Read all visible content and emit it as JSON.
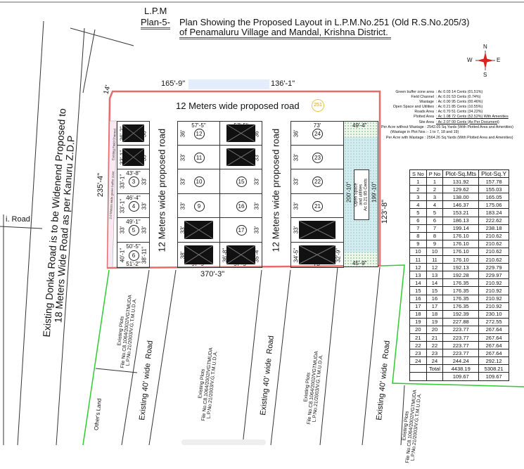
{
  "header": {
    "lpm": "L.P.M",
    "plan": "Plan-5-",
    "title_line1": "Plan Showing the Proposed Layout in L.P.M.No.251 (Old R.S.No.205/3)",
    "title_line2": "of Penamaluru Village and Mandal, Krishna District."
  },
  "compass": {
    "n": "N",
    "s": "S",
    "e": "E",
    "w": "W"
  },
  "dimensions": {
    "top_left": "165'-9\"",
    "top_right": "136'-1\"",
    "corner": "14'",
    "left_side": "235'-4\"",
    "right_side": "123'-8\"",
    "bottom": "370'-3\""
  },
  "roads": {
    "top": "12 Meters wide proposed road",
    "lpm_no": "251",
    "vertical_1": "12 Meters wide proposed road",
    "vertical_2": "12 Meters wide proposed road",
    "donka": "Existing Donka Road is to be Widenend Proposed to\n18 Meters Wide Road as per Kanuru Z.D.P",
    "partial_road": "i. Road",
    "field_channel": "Existing Field Channel",
    "buffer": "2.0 Meters wide green buffer zone"
  },
  "blocks": [
    {
      "name": "block-a",
      "columns": [
        [
          {
            "blocked": true,
            "l": "36'-2\"",
            "r": "36'"
          },
          {
            "blocked": true,
            "l": "33'-1\"",
            "r": "33'"
          },
          {
            "plot": "3",
            "t": "43'-8\"",
            "l": "33'-1\"",
            "r": "33'"
          },
          {
            "plot": "4",
            "t": "46'-4\"",
            "l": "33'-1\"",
            "r": "33'"
          },
          {
            "plot": "5",
            "t": "49'-1\"",
            "l": "33'",
            "r": "33'"
          },
          {
            "plot": "6",
            "t": "50'-5\"",
            "b": "51'-2\"",
            "l": "40'-1\"",
            "r": "38'-11\""
          }
        ]
      ]
    },
    {
      "name": "block-b",
      "columns": [
        [
          {
            "plot": "12",
            "t": "57'-5\"",
            "l": "36'"
          },
          {
            "plot": "11",
            "l": "33'"
          },
          {
            "plot": "10",
            "l": "33'"
          },
          {
            "plot": "9",
            "l": "33'"
          },
          {
            "blocked": true,
            "l": "33'"
          },
          {
            "blocked": true,
            "l": "38'",
            "b": "57'-5\""
          }
        ],
        [
          {
            "blocked": true,
            "t": "57'-5\"",
            "r": "36'"
          },
          {
            "blocked": true,
            "r": "33'"
          },
          {
            "plot": "15",
            "r": "33'"
          },
          {
            "plot": "16",
            "r": "33'"
          },
          {
            "plot": "17",
            "r": "33'"
          },
          {
            "blocked": true,
            "l": "36'-8\"",
            "r": "35'-4\"",
            "b": "57'-5\""
          }
        ]
      ]
    },
    {
      "name": "block-c",
      "columns": [
        [
          {
            "plot": "24",
            "t": "73'",
            "l": "36'"
          },
          {
            "plot": "23",
            "l": "33'"
          },
          {
            "plot": "22",
            "l": "33'"
          },
          {
            "plot": "21",
            "l": "33'"
          },
          {
            "blocked": true,
            "l": "33'"
          },
          {
            "blocked": true,
            "l": "34'-5\"",
            "r": "32'-9\"",
            "b": "73'"
          }
        ]
      ]
    }
  ],
  "open_space": {
    "top": "49'-4\"",
    "bottom": "45'-9\"",
    "left": "200'-10\"",
    "right": "199'-10\"",
    "label": "Open Space\nand utilities\nAc 0.21 85 Cents"
  },
  "legend": {
    "rows": [
      {
        "k": "Green buffer zone area",
        "v": ": Ac 0.03 14 Cents (01.51%)"
      },
      {
        "k": "Field Channel",
        "v": ": Ac 0.01 53 Cents (0.74%)"
      },
      {
        "k": "Wastage",
        "v": ": Ac 0.00 95 Cents (00.46%)"
      },
      {
        "k": "Open Space and Utilities",
        "v": ": Ac 0.21 85 Cents (10.55%)"
      },
      {
        "k": "Roads Area",
        "v": ": Ac 0.70 51 Cents (34.22%)"
      },
      {
        "k": "Plotted Area",
        "v": ": Ac 1.08 72 Cents (52.52%) With Amenities"
      },
      {
        "k": "Site Area",
        "v": ": Ac 2.07 00 Cents (As Per Document)"
      }
    ],
    "per_acre_without": "Per Acre without Wastage : 2542.05 Sq.Yards (With Plotted Area and Amenities)",
    "wastage_note": "(Wastage in Plot Nos :- 1 to 7, 18 and 19)",
    "per_acre_with": "Per Acre with Wastage : 2564.26 Sq.Yards (With Plotted Area and Amenities)"
  },
  "area_table": {
    "headers": [
      "S No",
      "P No",
      "Plot-Sq.Mts",
      "Plot-Sq.Y"
    ],
    "rows": [
      [
        "1",
        "1",
        "131.92",
        "157.78"
      ],
      [
        "2",
        "2",
        "129.62",
        "155.03"
      ],
      [
        "3",
        "3",
        "138.00",
        "165.05"
      ],
      [
        "4",
        "4",
        "146.37",
        "175.06"
      ],
      [
        "5",
        "5",
        "153.21",
        "183.24"
      ],
      [
        "6",
        "6",
        "186.13",
        "222.62"
      ],
      [
        "7",
        "7",
        "199.14",
        "238.18"
      ],
      [
        "8",
        "8",
        "176.10",
        "210.62"
      ],
      [
        "9",
        "9",
        "176.10",
        "210.62"
      ],
      [
        "10",
        "10",
        "176.10",
        "210.62"
      ],
      [
        "11",
        "11",
        "176.10",
        "210.62"
      ],
      [
        "12",
        "12",
        "192.13",
        "229.79"
      ],
      [
        "13",
        "13",
        "192.28",
        "229.97"
      ],
      [
        "14",
        "14",
        "176.35",
        "210.92"
      ],
      [
        "15",
        "15",
        "176.35",
        "210.92"
      ],
      [
        "16",
        "16",
        "176.35",
        "210.92"
      ],
      [
        "17",
        "17",
        "176.35",
        "210.92"
      ],
      [
        "18",
        "18",
        "192.39",
        "230.10"
      ],
      [
        "19",
        "19",
        "227.88",
        "272.55"
      ],
      [
        "20",
        "20",
        "223.77",
        "267.64"
      ],
      [
        "21",
        "21",
        "223.77",
        "267.64"
      ],
      [
        "22",
        "22",
        "223.77",
        "267.64"
      ],
      [
        "23",
        "23",
        "223.77",
        "267.64"
      ],
      [
        "24",
        "24",
        "244.24",
        "292.12"
      ]
    ],
    "total_label": "Total",
    "total_sqm": "4438.19",
    "total_sqy": "5308.21",
    "avg_sqm": "109.67",
    "avg_sqy": "109.67"
  },
  "surroundings": {
    "existing_plots": "Existing Plots\nFile No.C8.1064/2002/VGTMUDA\nL.P.No.21/2003/V.G.T.M.U.D.A.",
    "others_land": "Other's Land",
    "road_40": "Existing 40' wide  Road"
  },
  "colors": {
    "site_boundary": "#e86a6a",
    "green_boundary": "#2ecc2e",
    "open_space": "#eef8ee",
    "blocked": "#111111"
  }
}
